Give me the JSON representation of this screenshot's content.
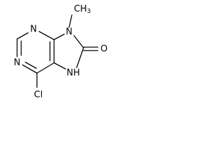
{
  "molecule": {
    "atoms": {
      "n_top": "N",
      "n_left": "N",
      "n9": "N",
      "methyl": "CH",
      "methyl_sub": "3",
      "oxygen": "O",
      "nh": "NH",
      "chlorine": "Cl"
    }
  }
}
